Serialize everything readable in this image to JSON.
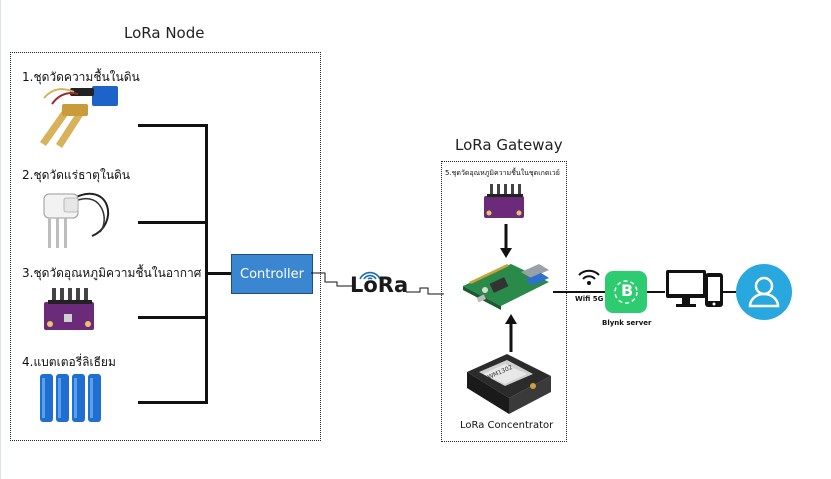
{
  "node": {
    "title": "LoRa Node",
    "sensors": [
      {
        "label": "1.ชุดวัดความชื้นในดิน",
        "icon": "soil-moisture-sensor-icon"
      },
      {
        "label": "2.ชุดวัดแร่ธาตุในดิน",
        "icon": "soil-mineral-probe-icon"
      },
      {
        "label": "3.ชุดวัดอุณหภูมิความชื้นในอากาศ",
        "icon": "temperature-humidity-module-icon"
      },
      {
        "label": "4.แบตเตอรี่ลิเธียม",
        "icon": "lithium-battery-icon"
      }
    ],
    "controller_label": "Controller"
  },
  "link": {
    "lora_text": "LoRa"
  },
  "gateway": {
    "title": "LoRa Gateway",
    "sensor_label": "5.ชุดวัดอุณหภูมิความชื้นในชุดเกตเวย์",
    "concentrator_label": "LoRa Concentrator",
    "concentrator_board_text": "WM1302"
  },
  "cloud": {
    "wifi_label": "Wifi 5G",
    "server_label": "Blynk server",
    "server_logo_letter": "B"
  },
  "colors": {
    "controller": "#3a86d0",
    "blynk": "#2ecc71",
    "user": "#29a8e0",
    "sensor_board": "#6b2a7a",
    "battery": "#1f6fd0",
    "pi_board": "#2a8a4a",
    "lines": "#111111"
  }
}
